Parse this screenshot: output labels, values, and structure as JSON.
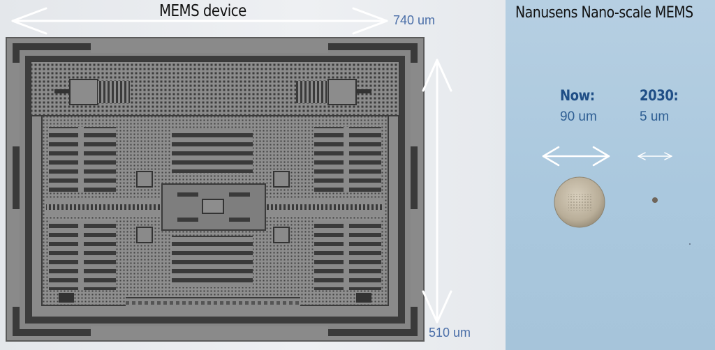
{
  "left": {
    "title": "MEMS device",
    "width_label": "740 um",
    "height_label": "510 um"
  },
  "right": {
    "title": "Nanusens Nano-scale MEMS",
    "now": {
      "heading": "Now:",
      "size": "90 um"
    },
    "future": {
      "heading": "2030:",
      "size": "5 um"
    }
  },
  "colors": {
    "arrow": "#ffffff",
    "dimension_text": "#4a6ea8",
    "heading_text": "#1f4e86",
    "right_panel_bg": "#aec9de",
    "chip_gray": "#858585"
  }
}
